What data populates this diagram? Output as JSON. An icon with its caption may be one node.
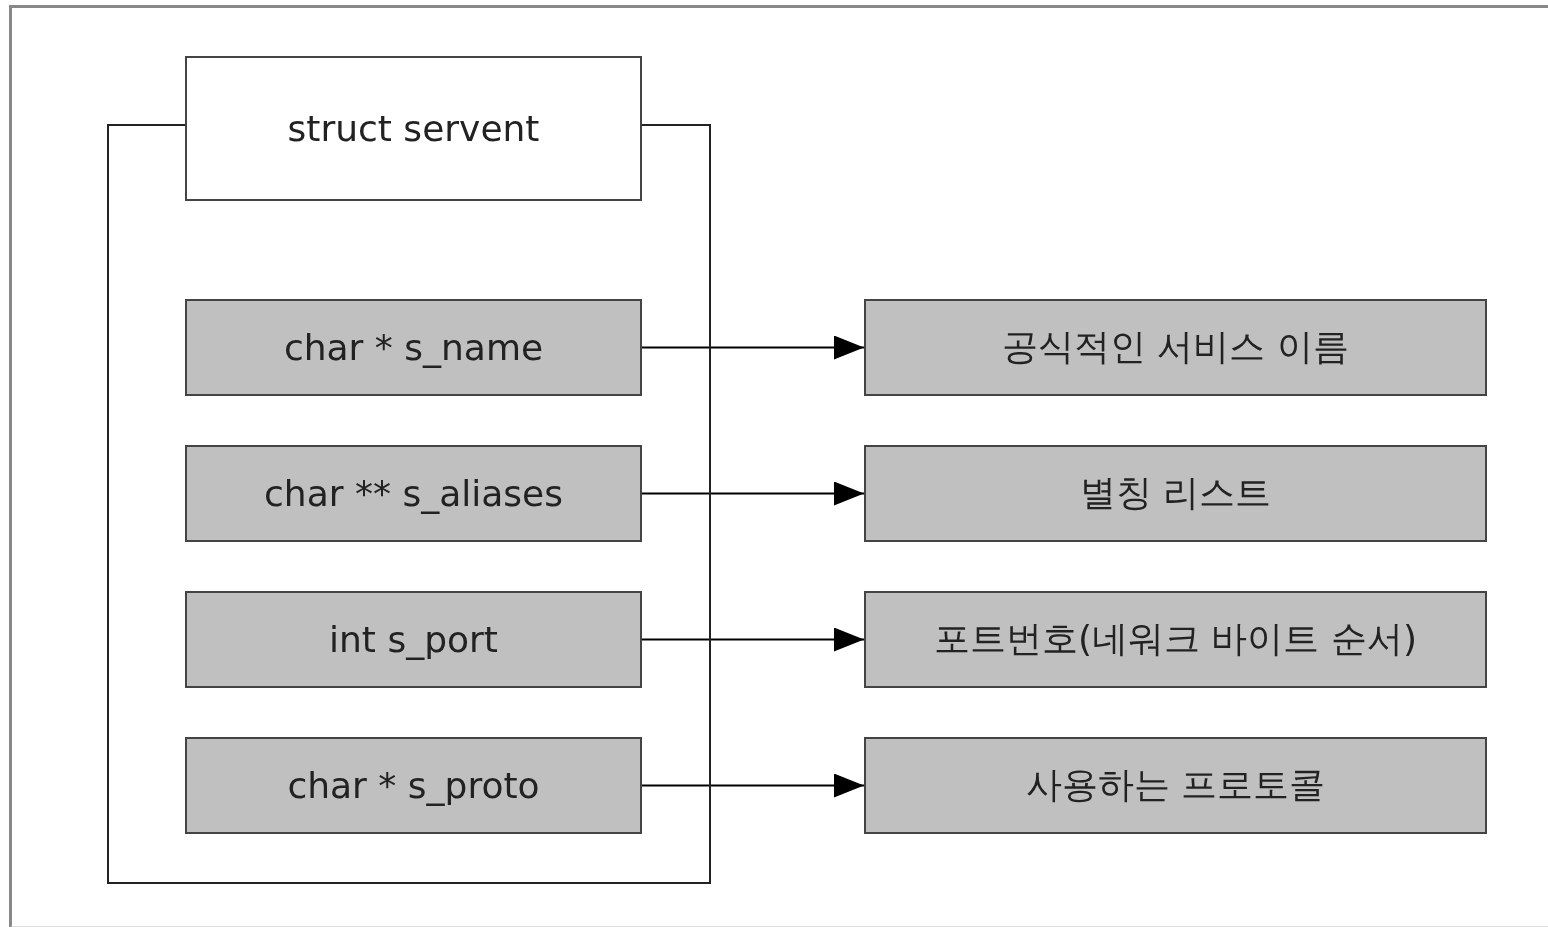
{
  "diagram": {
    "nodes": [
      {
        "text": [
          "struct servent"
        ]
      },
      {
        "text": [
          "char * s_name"
        ],
        "in": 0
      },
      {
        "text": [
          "char ** s_aliases"
        ],
        "in": 0
      },
      {
        "text": [
          "int s_port"
        ],
        "in": 0
      },
      {
        "text": [
          "char * s_proto"
        ],
        "in": 0
      },
      {
        "text": [
          "공식적인 서비스 이름"
        ]
      },
      {
        "text": [
          "별칭 리스트"
        ]
      },
      {
        "text": [
          "포트번호(네워크 바이트 순서)"
        ]
      },
      {
        "text": [
          "사용하는 프로토콜"
        ]
      }
    ],
    "edges": [
      {
        "from": 1,
        "to": 5,
        "arrow": "to"
      },
      {
        "from": 2,
        "to": 6,
        "arrow": "to"
      },
      {
        "from": 3,
        "to": 7,
        "arrow": "to"
      },
      {
        "from": 4,
        "to": 8,
        "arrow": "to"
      }
    ]
  }
}
